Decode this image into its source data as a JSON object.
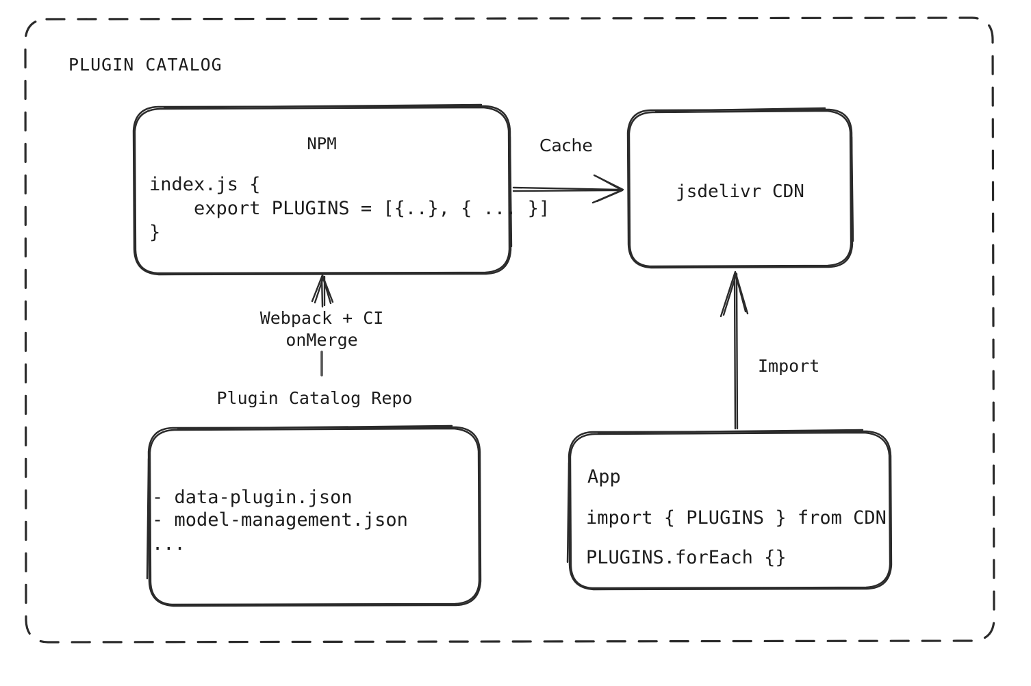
{
  "diagram": {
    "container": {
      "title": "PLUGIN CATALOG",
      "border_style": "dashed",
      "stroke_color": "#2b2b2b"
    },
    "nodes": {
      "npm": {
        "title": "NPM",
        "code_lines": [
          "index.js {",
          "    export PLUGINS = [{..}, { ... }]",
          "}"
        ]
      },
      "cdn": {
        "title": "jsdelivr CDN"
      },
      "repo": {
        "caption": "Plugin Catalog Repo",
        "lines": [
          "- data-plugin.json",
          "- model-management.json",
          "..."
        ]
      },
      "app": {
        "title": "App",
        "code_lines": [
          "import { PLUGINS } from CDN",
          "PLUGINS.forEach {}"
        ]
      }
    },
    "edges": {
      "cache": {
        "label": "Cache",
        "from": "npm",
        "to": "cdn",
        "direction": "right"
      },
      "build": {
        "label_line1": "Webpack + CI",
        "label_line2": "onMerge",
        "from": "repo",
        "to": "npm",
        "direction": "up"
      },
      "import": {
        "label": "Import",
        "from": "app",
        "to": "cdn",
        "direction": "up"
      }
    }
  }
}
